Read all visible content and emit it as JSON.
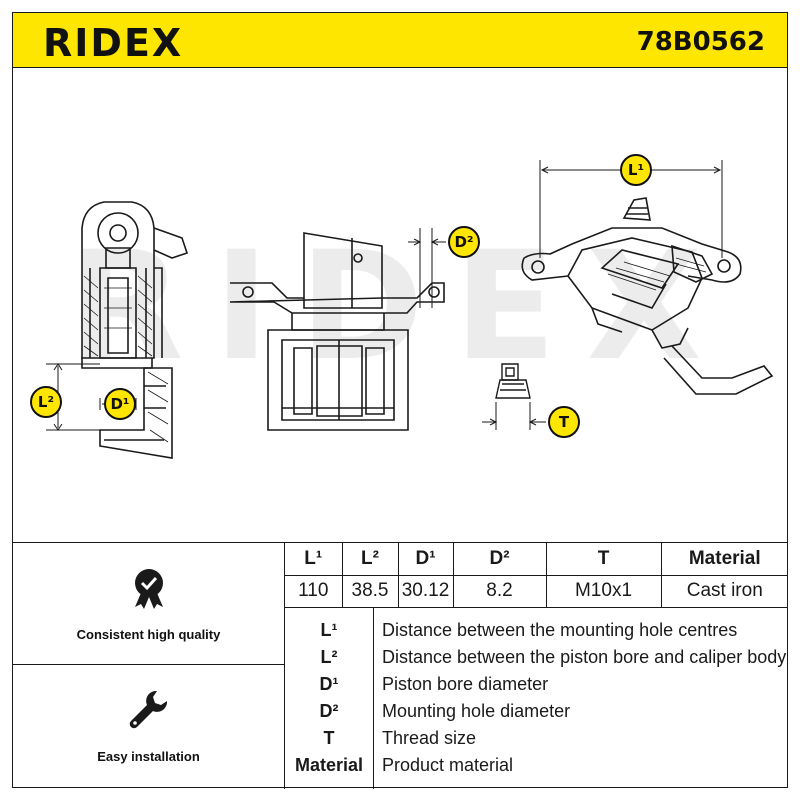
{
  "header": {
    "brand": "RIDEX",
    "product_code": "78B0562",
    "accent_color": "#ffe600"
  },
  "drawing": {
    "watermark": "RIDEX",
    "labels": {
      "l1": "L¹",
      "l2": "L²",
      "d1": "D¹",
      "d2": "D²",
      "t": "T"
    }
  },
  "features": [
    {
      "icon": "quality-badge-icon",
      "label": "Consistent high quality"
    },
    {
      "icon": "wrench-icon",
      "label": "Easy installation"
    }
  ],
  "specs": {
    "headers": [
      "L¹",
      "L²",
      "D¹",
      "D²",
      "T",
      "Material"
    ],
    "values": [
      "110",
      "38.5",
      "30.12",
      "8.2",
      "M10x1",
      "Cast iron"
    ]
  },
  "legend": [
    {
      "key": "L¹",
      "desc": "Distance between the mounting hole centres"
    },
    {
      "key": "L²",
      "desc": "Distance between the piston bore and caliper body"
    },
    {
      "key": "D¹",
      "desc": "Piston bore diameter"
    },
    {
      "key": "D²",
      "desc": "Mounting hole diameter"
    },
    {
      "key": "T",
      "desc": "Thread size"
    },
    {
      "key": "Material",
      "desc": "Product material"
    }
  ]
}
